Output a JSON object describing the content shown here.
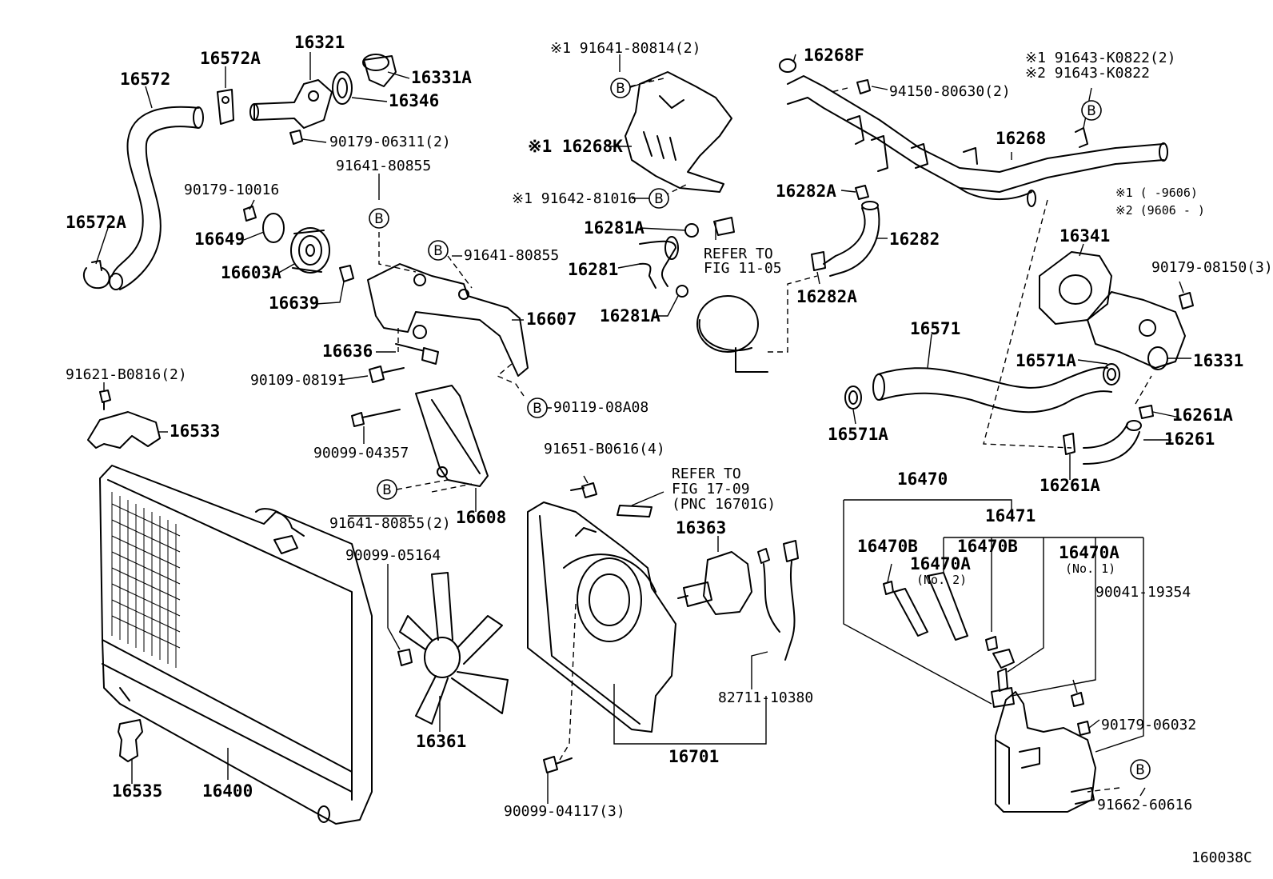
{
  "labels": {
    "p16572": "16572",
    "p16572A_top": "16572A",
    "p16572A_left": "16572A",
    "p16321": "16321",
    "p16331A": "16331A",
    "p16346": "16346",
    "p90179_06311": "90179-06311(2)",
    "p91641_80855_a": "91641-80855",
    "p90179_10016": "90179-10016",
    "p16649": "16649",
    "p16603A": "16603A",
    "p16639": "16639",
    "p91641_80855_b": "91641-80855",
    "p16607": "16607",
    "p16636": "16636",
    "p90109_08191": "90109-08191",
    "p90119_08A08": "90119-08A08",
    "p91621_B0816": "91621-B0816(2)",
    "p16533": "16533",
    "p90099_04357": "90099-04357",
    "p91641_80855_2": "91641-80855(2)",
    "p16608": "16608",
    "p90099_05164": "90099-05164",
    "p16361": "16361",
    "p16535": "16535",
    "p16400": "16400",
    "p91641_80814": "※1 91641-80814(2)",
    "p16268K": "※1 16268K",
    "p91642_81016": "※1 91642-81016",
    "p16281A_top": "16281A",
    "p16281": "16281",
    "p16281A_bot": "16281A",
    "refer1105_a": "REFER TO",
    "refer1105_b": "FIG 11-05",
    "p16268F": "16268F",
    "p94150_80630": "94150-80630(2)",
    "p91643_K0822_1": "※1 91643-K0822(2)",
    "p91643_K0822_2": "※2 91643-K0822",
    "p16268": "16268",
    "p16282A_top": "16282A",
    "p16282": "16282",
    "p16282A_bot": "16282A",
    "note1": "※1 (      -9606)",
    "note2": "※2 (9606  -      )",
    "p16341": "16341",
    "p90179_08150": "90179-08150(3)",
    "p16571": "16571",
    "p16571A_right": "16571A",
    "p16331": "16331",
    "p16571A_left": "16571A",
    "p16261A_right": "16261A",
    "p16261": "16261",
    "p16261A_bot": "16261A",
    "p91651_B0616": "91651-B0616(4)",
    "refer1709_a": "REFER TO",
    "refer1709_b": "FIG 17-09",
    "refer1709_c": "(PNC 16701G)",
    "p16363": "16363",
    "p82711_10380": "82711-10380",
    "p16701": "16701",
    "p90099_04117": "90099-04117(3)",
    "p16470": "16470",
    "p16471": "16471",
    "p16470B_a": "16470B",
    "p16470A_2": "16470A",
    "p16470A_2_no": "(No. 2)",
    "p16470B_b": "16470B",
    "p16470A_1": "16470A",
    "p16470A_1_no": "(No. 1)",
    "p90041_19354": "90041-19354",
    "p90179_06032": "90179-06032",
    "p91662_60616": "91662-60616",
    "diagram_code": "160038C",
    "bubble": "B"
  }
}
